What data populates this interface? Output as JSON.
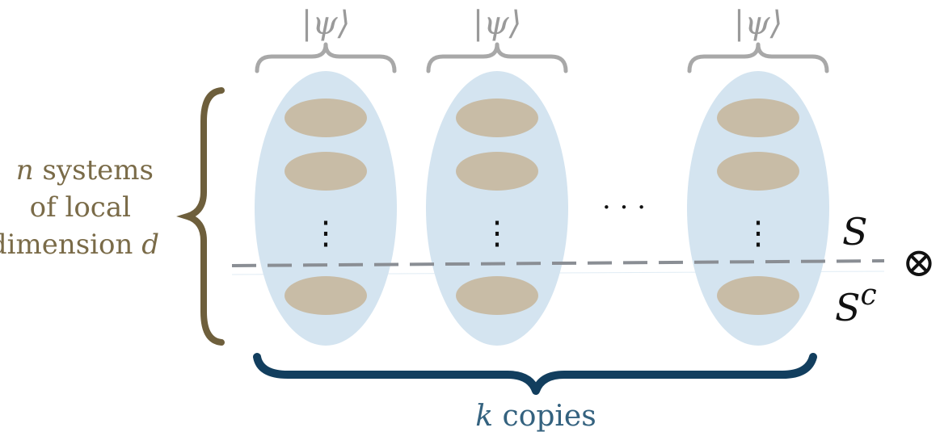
{
  "labels": {
    "n_var": "n",
    "systems_word": " systems",
    "line2": "of  local",
    "dimension_word": "dimension ",
    "d_var": "d",
    "k_var": "k",
    "copies_word": " copies",
    "ket": "|ψ⟩",
    "s": "S",
    "s_base": "S",
    "s_sup": "c",
    "tensor": "⊗",
    "vdots": "⋮",
    "hdots": "· · ·"
  },
  "colors": {
    "copy_ellipse": "#d4e4f0",
    "system_blob": "#c8bca6",
    "n_brace": "#6e5f3c",
    "n_text": "#7a6b48",
    "k_brace": "#123e5e",
    "k_text": "#34627f",
    "ket_brace": "#a8a8a8",
    "ket_text": "#9a9a9a",
    "cut_line": "#8a8e94",
    "ink": "#111111"
  }
}
